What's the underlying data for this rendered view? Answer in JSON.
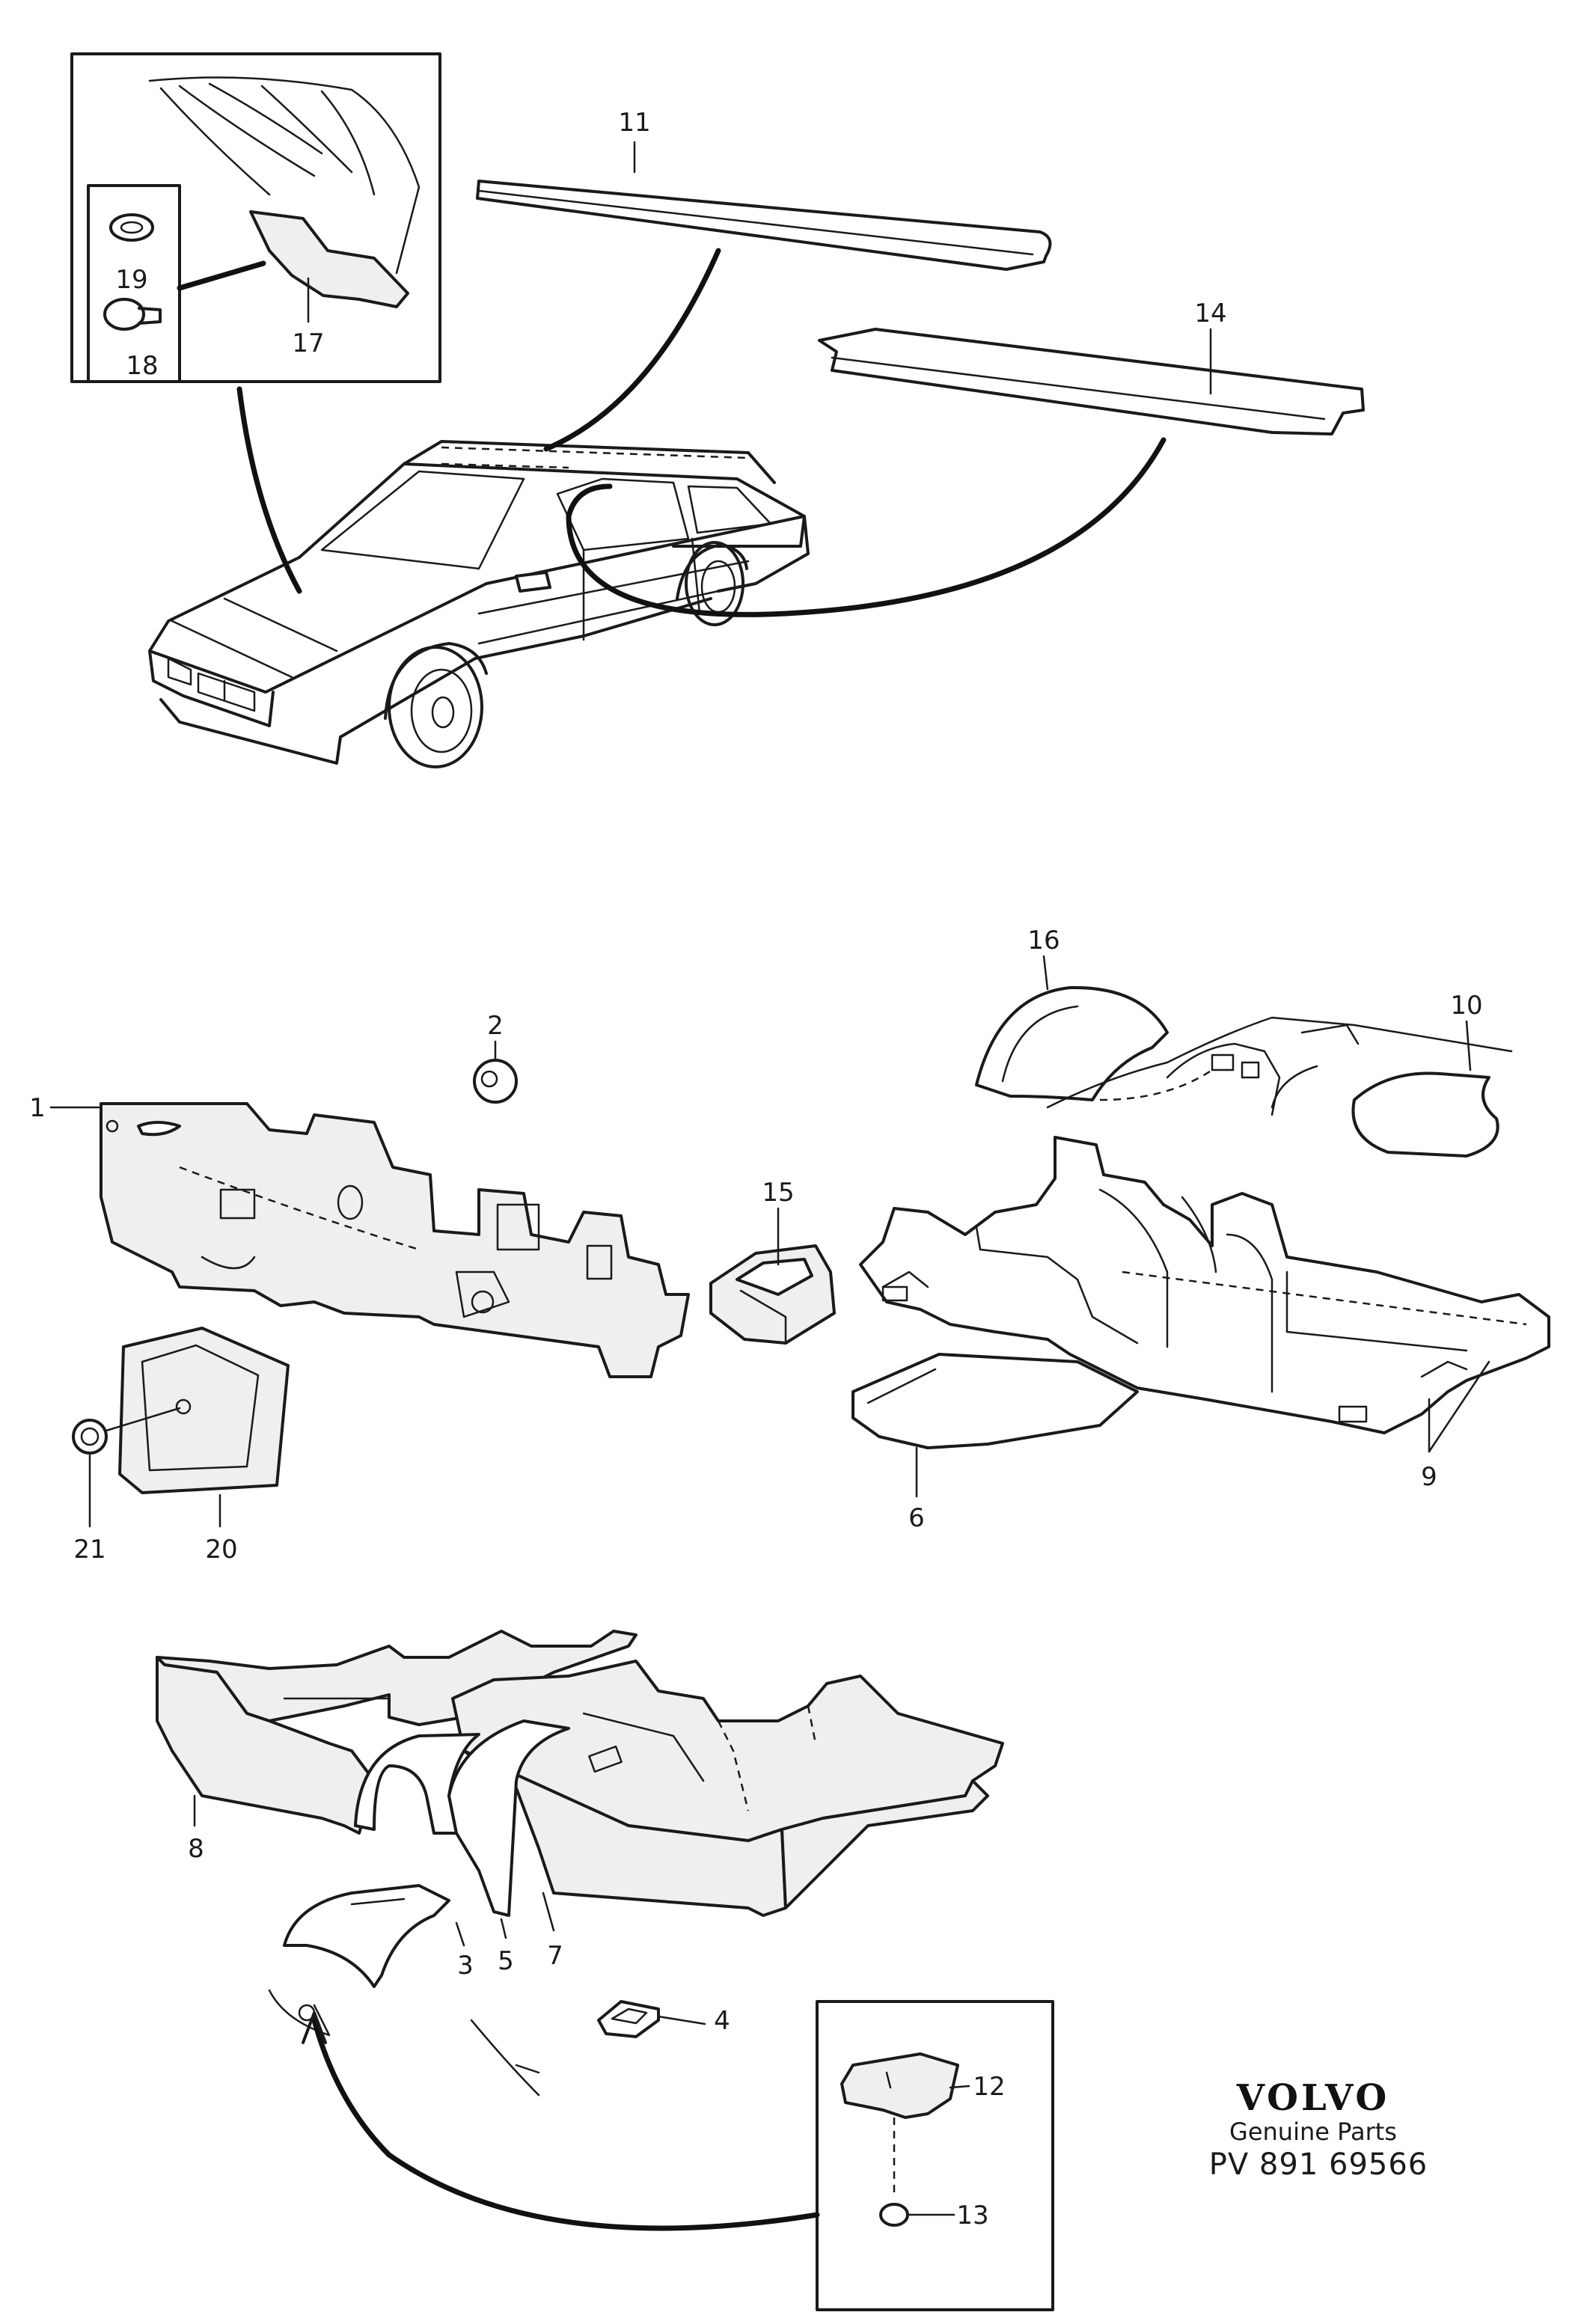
{
  "callouts": {
    "c1": "1",
    "c2": "2",
    "c3": "3",
    "c4": "4",
    "c5": "5",
    "c6": "6",
    "c7": "7",
    "c8": "8",
    "c9": "9",
    "c10": "10",
    "c11": "11",
    "c12": "12",
    "c13": "13",
    "c14": "14",
    "c15": "15",
    "c16": "16",
    "c17": "17",
    "c18": "18",
    "c19": "19",
    "c20": "20",
    "c21": "21"
  },
  "branding": {
    "logo": "VOLVO",
    "caption": "Genuine Parts",
    "part_code": "PV 891 69566"
  }
}
